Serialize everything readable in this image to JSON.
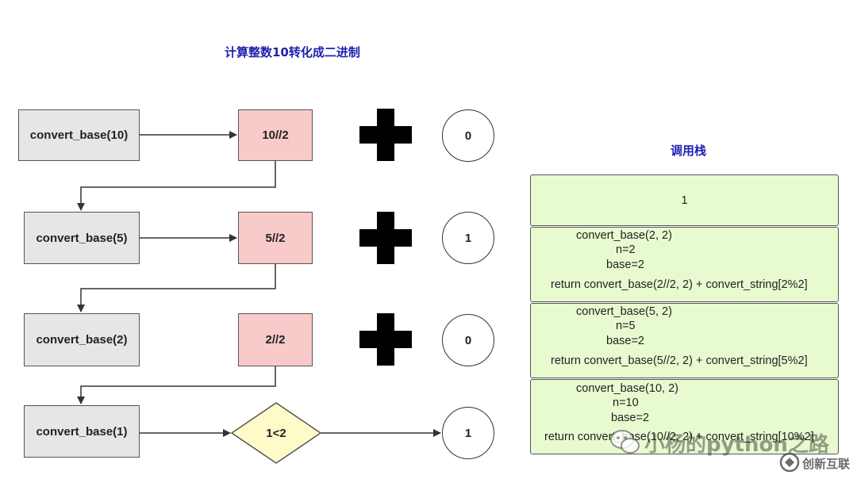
{
  "title": "计算整数10转化成二进制",
  "stack_title": "调用栈",
  "calls": [
    {
      "call": "convert_base(10)",
      "op": "10//2",
      "digit": "0"
    },
    {
      "call": "convert_base(5)",
      "op": "5//2",
      "digit": "1"
    },
    {
      "call": "convert_base(2)",
      "op": "2//2",
      "digit": "0"
    },
    {
      "call": "convert_base(1)",
      "condition": "1<2",
      "digit": "1"
    }
  ],
  "stack_frames": [
    {
      "lines": [
        "1"
      ]
    },
    {
      "lines": [
        "convert_base(2, 2)",
        "n=2",
        "base=2",
        "return convert_base(2//2, 2) + convert_string[2%2]"
      ]
    },
    {
      "lines": [
        "convert_base(5, 2)",
        "n=5",
        "base=2",
        "return convert_base(5//2, 2) + convert_string[5%2]"
      ]
    },
    {
      "lines": [
        "convert_base(10, 2)",
        "n=10",
        "base=2",
        "return convert_base(10//2, 2) + convert_string[10%2]"
      ]
    }
  ],
  "watermark": {
    "account": "小杨的python之路",
    "logo_text": "创新互联"
  },
  "colors": {
    "title": "#1f1fb0",
    "call_box": "#e6e6e6",
    "op_box": "#f8caca",
    "condition": "#fffbc8",
    "stack_frame": "#e8fbd0"
  },
  "icons": [
    "plus-icon",
    "wechat-icon",
    "logo-icon"
  ]
}
